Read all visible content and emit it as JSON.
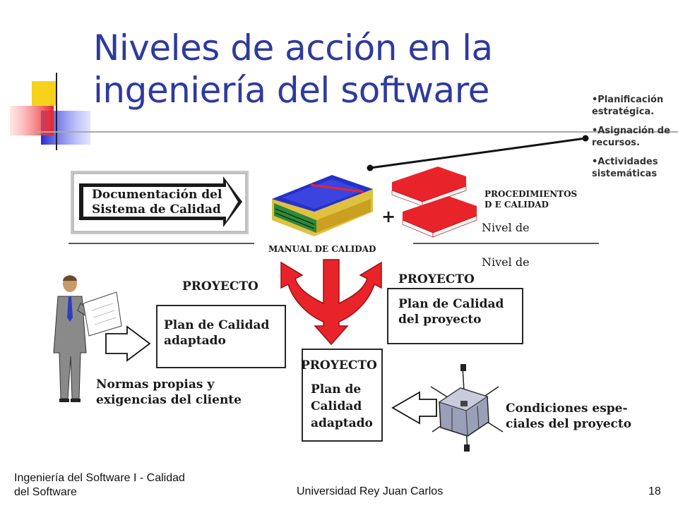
{
  "slide": {
    "title": "Niveles de acción en la ingeniería del software",
    "bullets": [
      "•Planificación estratégica.",
      "•Asignación de recursos.",
      "•Actividades sistemáticas"
    ]
  },
  "diagram": {
    "doc_banner": {
      "line1": "Documentación del",
      "line2": "Sistema de Calidad"
    },
    "manual_label": "MANUAL DE CALIDAD",
    "plus": "+",
    "procedures": {
      "line1": "PROCEDIMIENTOS",
      "line2": "D E CALIDAD"
    },
    "level_a": "Nivel de",
    "level_b": "Nivel de",
    "project_left": {
      "header": "PROYECTO",
      "line1": "Plan de Calidad",
      "line2": "adaptado"
    },
    "project_right": {
      "header": "PROYECTO",
      "line1": "Plan de Calidad",
      "line2": "del proyecto"
    },
    "project_bottom": {
      "header": "PROYECTO",
      "line1": "Plan de",
      "line2": "Calidad",
      "line3": "adaptado"
    },
    "norms": {
      "line1": "Normas propias y",
      "line2": "exigencias del cliente"
    },
    "conditions": {
      "line1": "Condiciones espe-",
      "line2": "ciales del proyecto"
    }
  },
  "footer": {
    "course_line1": "Ingeniería del Software I - Calidad",
    "course_line2": "del Software",
    "university": "Universidad Rey Juan Carlos",
    "page": "18"
  },
  "colors": {
    "title": "#2e3a9e",
    "accent_red": "#e8242a",
    "accent_blue": "#3a3ad0",
    "accent_yellow": "#f7d21c"
  }
}
